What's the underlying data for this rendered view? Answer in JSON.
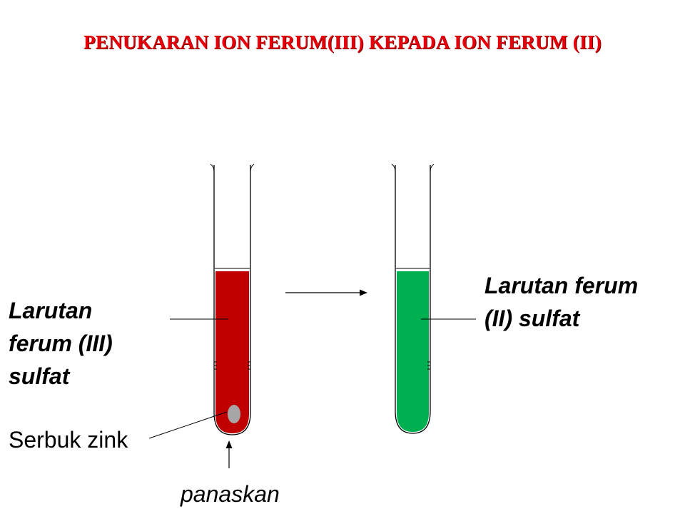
{
  "title": "PENUKARAN ION FERUM(III) KEPADA ION FERUM (II)",
  "labels": {
    "left_solution_lines": [
      "Larutan",
      "ferum (III)",
      "sulfat"
    ],
    "right_solution_lines": [
      "Larutan ferum",
      "(II) sulfat"
    ],
    "zinc": "Serbuk zink",
    "heat": "panaskan"
  },
  "colors": {
    "title": "#e8000b",
    "iron_iii_solution": "#c00000",
    "iron_ii_solution": "#00b050",
    "zinc_powder": "#a6a6a6",
    "tube_outline": "#000000"
  },
  "icons": {
    "reaction_arrow": "right-arrow-icon",
    "heat_arrow": "up-arrow-icon"
  }
}
